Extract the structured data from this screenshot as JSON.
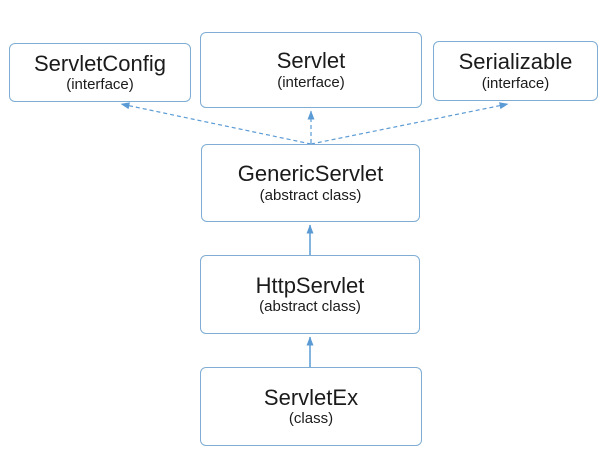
{
  "diagram": {
    "nodes": [
      {
        "name": "ServletConfig",
        "stereotype": "(interface)"
      },
      {
        "name": "Servlet",
        "stereotype": "(interface)"
      },
      {
        "name": "Serializable",
        "stereotype": "(interface)"
      },
      {
        "name": "GenericServlet",
        "stereotype": "(abstract class)"
      },
      {
        "name": "HttpServlet",
        "stereotype": "(abstract class)"
      },
      {
        "name": "ServletEx",
        "stereotype": "(class)"
      }
    ],
    "edges": [
      {
        "from": "GenericServlet",
        "to": "ServletConfig",
        "style": "dashed-arrow",
        "relation": "implements"
      },
      {
        "from": "GenericServlet",
        "to": "Servlet",
        "style": "dashed-arrow",
        "relation": "implements"
      },
      {
        "from": "GenericServlet",
        "to": "Serializable",
        "style": "dashed-arrow",
        "relation": "implements"
      },
      {
        "from": "HttpServlet",
        "to": "GenericServlet",
        "style": "solid-arrow",
        "relation": "extends"
      },
      {
        "from": "ServletEx",
        "to": "HttpServlet",
        "style": "solid-arrow",
        "relation": "extends"
      }
    ],
    "colors": {
      "background": "#ffffff",
      "box_border": "#7fadd3",
      "arrow": "#5b9bd5",
      "text": "#1b1b1b"
    }
  }
}
